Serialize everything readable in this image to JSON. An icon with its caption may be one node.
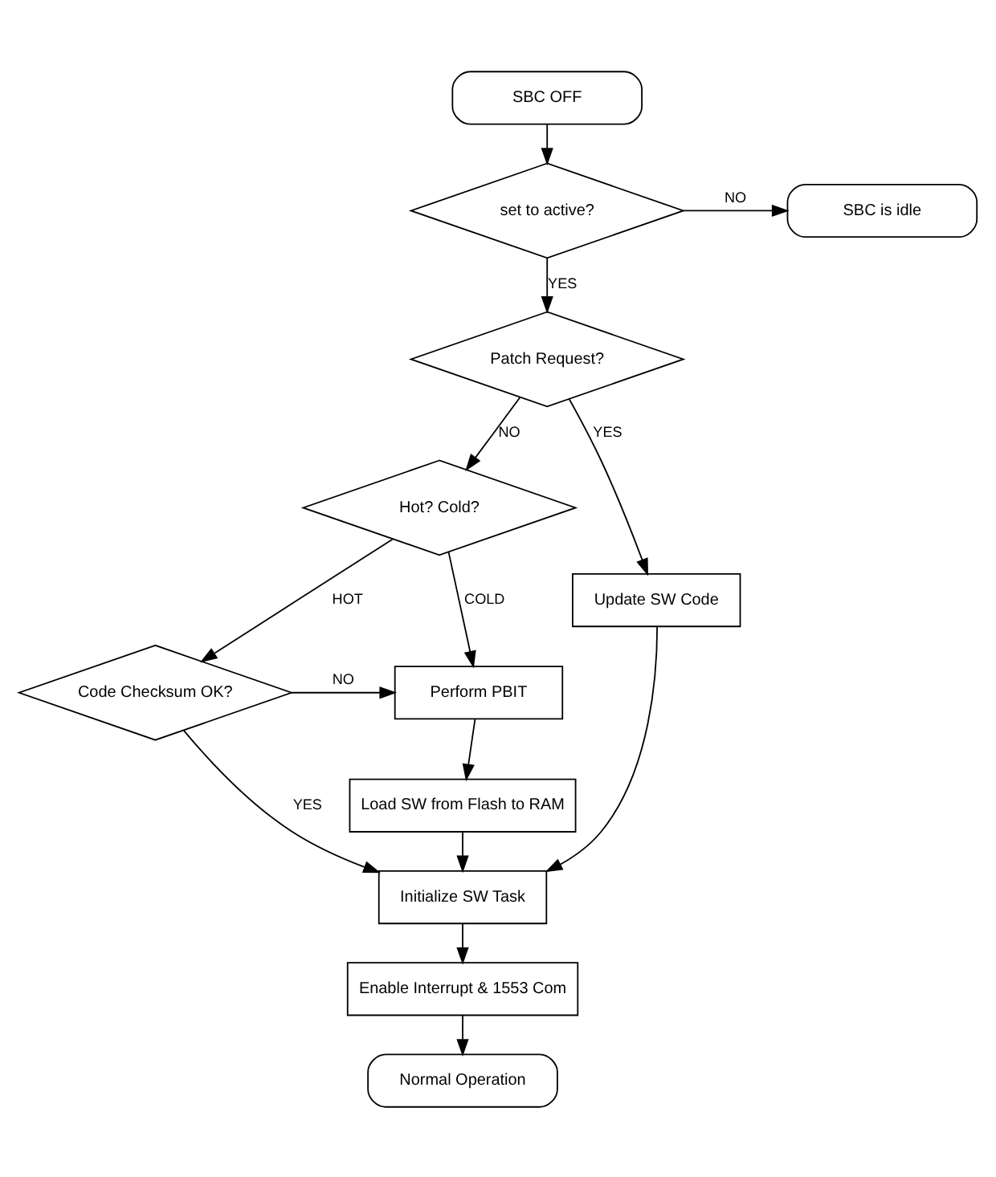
{
  "diagram": {
    "nodes": [
      {
        "text": [
          "SBC OFF"
        ]
      },
      {
        "text": [
          "set to active?"
        ]
      },
      {
        "text": [
          "SBC is idle"
        ]
      },
      {
        "text": [
          "Patch Request?"
        ]
      },
      {
        "text": [
          "Hot? Cold?"
        ]
      },
      {
        "text": [
          "Code Checksum OK?"
        ]
      },
      {
        "text": [
          "Perform PBIT"
        ]
      },
      {
        "text": [
          "Load SW from Flash to RAM"
        ]
      },
      {
        "text": [
          "Update SW Code"
        ]
      },
      {
        "text": [
          "Initialize SW Task"
        ]
      },
      {
        "text": [
          "Enable Interrupt & 1553 Com"
        ]
      },
      {
        "text": [
          "Normal Operation"
        ]
      }
    ],
    "edges": [
      {
        "from": 0,
        "to": 1,
        "arrow": "to"
      },
      {
        "from": 1,
        "to": 2,
        "label": "NO",
        "arrow": "to"
      },
      {
        "from": 1,
        "to": 3,
        "label": "YES",
        "arrow": "to"
      },
      {
        "from": 3,
        "to": 4,
        "label": "NO",
        "arrow": "to"
      },
      {
        "from": 3,
        "to": 8,
        "label": "YES",
        "arrow": "to"
      },
      {
        "from": 4,
        "to": 6,
        "label": "COLD",
        "arrow": "to"
      },
      {
        "from": 4,
        "to": 5,
        "label": "HOT",
        "arrow": "to"
      },
      {
        "from": 5,
        "to": 6,
        "label": "NO",
        "arrow": "to"
      },
      {
        "from": 5,
        "to": 9,
        "label": "YES",
        "arrow": "to"
      },
      {
        "from": 6,
        "to": 7,
        "arrow": "to"
      },
      {
        "from": 7,
        "to": 9,
        "arrow": "to"
      },
      {
        "from": 8,
        "to": 9,
        "arrow": "to"
      },
      {
        "from": 9,
        "to": 10,
        "arrow": "to"
      },
      {
        "from": 10,
        "to": 11,
        "arrow": "to"
      }
    ]
  }
}
